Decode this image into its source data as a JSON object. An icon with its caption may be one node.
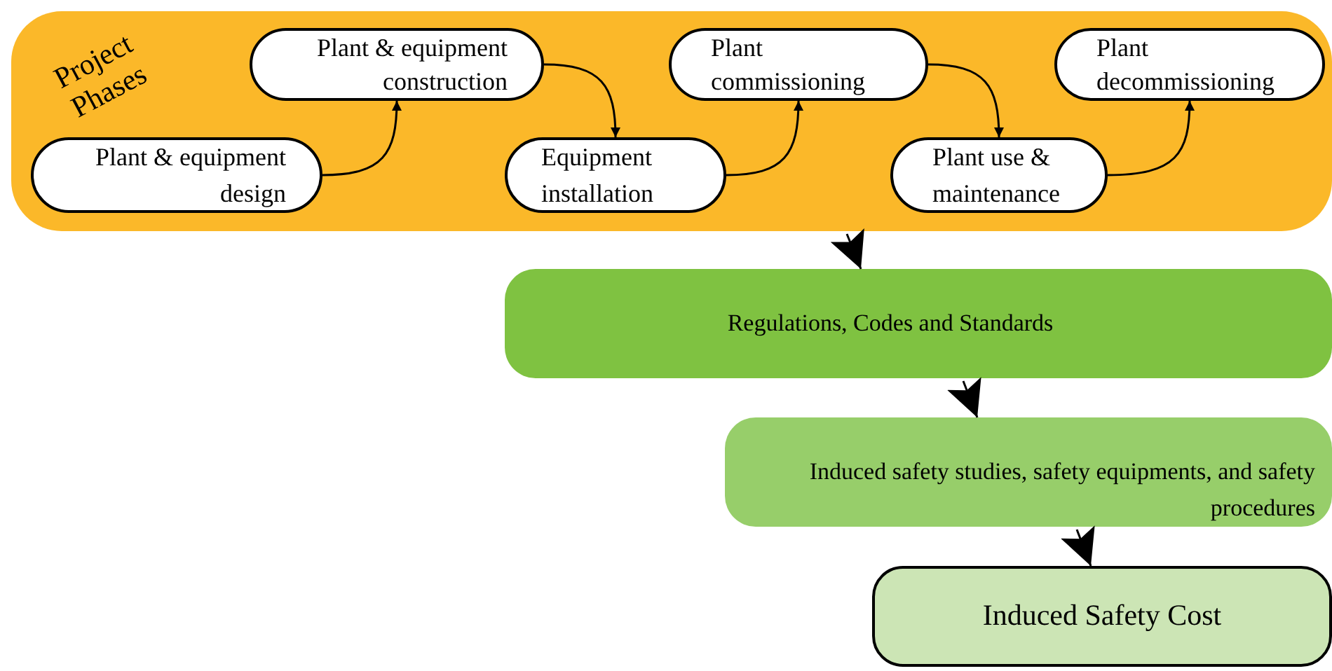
{
  "diagram": {
    "nodes": [
      {
        "text": [
          "Project Phases"
        ]
      },
      {
        "text": [
          "Plant & equipment design"
        ],
        "in": 0
      },
      {
        "text": [
          "Plant & equipment construction"
        ],
        "in": 0
      },
      {
        "text": [
          "Equipment installation"
        ],
        "in": 0
      },
      {
        "text": [
          "Plant commissioning"
        ],
        "in": 0
      },
      {
        "text": [
          "Plant use & maintenance"
        ],
        "in": 0
      },
      {
        "text": [
          "Plant decommissioning"
        ],
        "in": 0
      },
      {
        "text": [
          "Regulations, Codes and Standards"
        ]
      },
      {
        "text": [
          "Induced safety studies, safety equipments, and safety procedures"
        ]
      },
      {
        "text": [
          "Induced Safety Cost"
        ]
      }
    ],
    "edges": [
      {
        "from": 1,
        "to": 2,
        "arrow": "to"
      },
      {
        "from": 2,
        "to": 3,
        "arrow": "to"
      },
      {
        "from": 3,
        "to": 4,
        "arrow": "to"
      },
      {
        "from": 4,
        "to": 5,
        "arrow": "to"
      },
      {
        "from": 5,
        "to": 6,
        "arrow": "to"
      },
      {
        "from": 0,
        "to": 7,
        "arrow": "to"
      },
      {
        "from": 7,
        "to": 8,
        "arrow": "to"
      },
      {
        "from": 8,
        "to": 9,
        "arrow": "to"
      }
    ]
  }
}
